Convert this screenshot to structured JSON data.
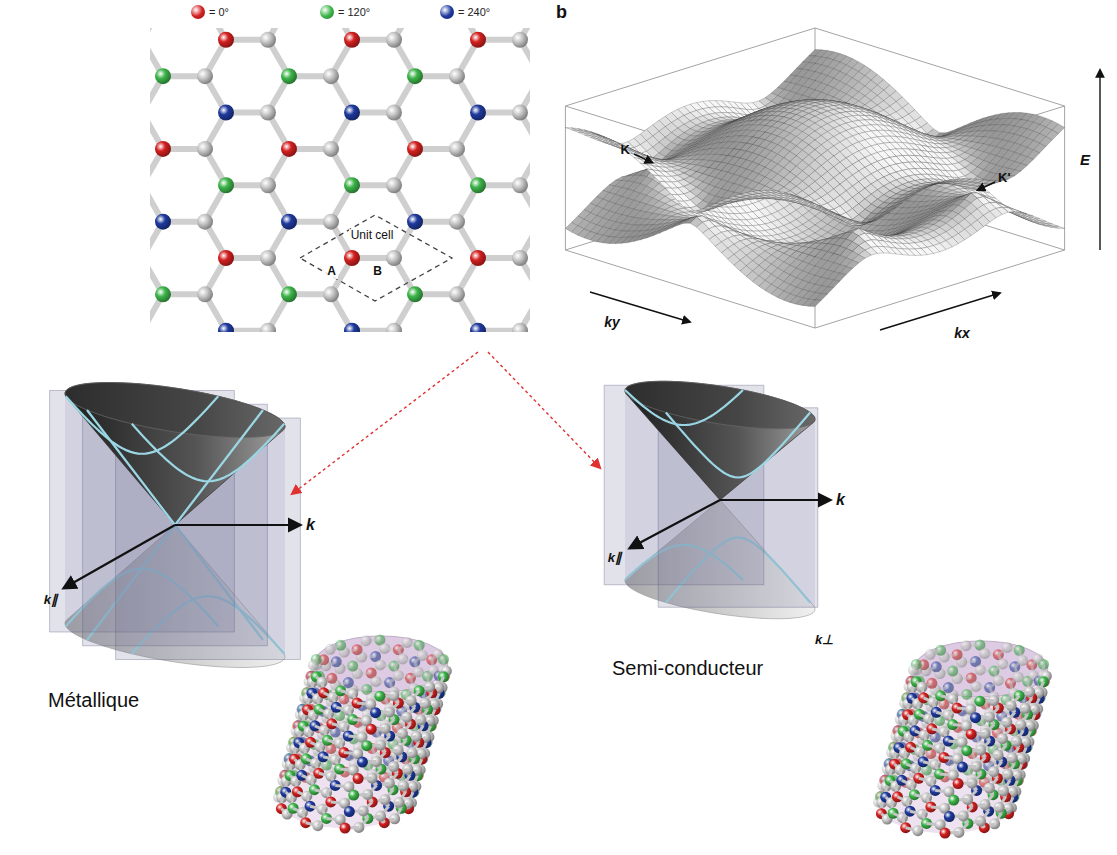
{
  "diagram": {
    "labels": [
      "b",
      "Unit cell",
      "A",
      "B",
      "K",
      "K'",
      "E",
      "ky",
      "kx",
      "k",
      "k∥",
      "Métallique",
      "k",
      "k∥",
      "k⊥",
      "Semi-conducteur"
    ],
    "legend": [
      {
        "text": "= 0°",
        "color": "#d42020"
      },
      {
        "text": "= 120°",
        "color": "#3db54a"
      },
      {
        "text": "= 240°",
        "color": "#1f3a9e"
      }
    ]
  }
}
